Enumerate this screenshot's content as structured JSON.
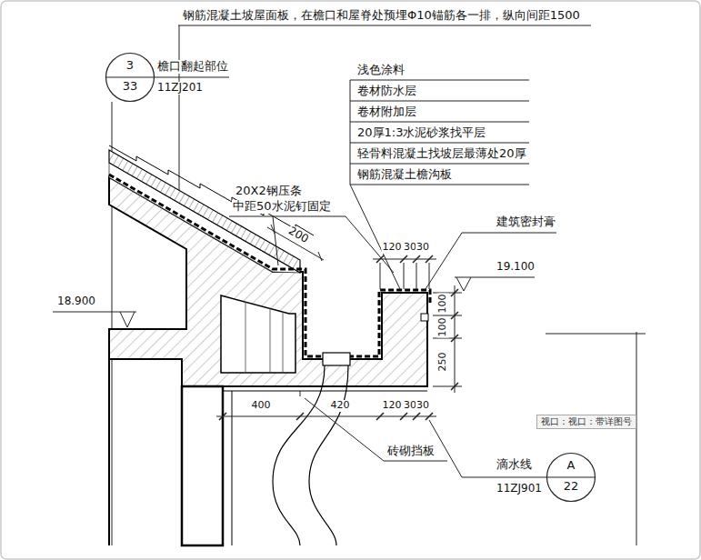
{
  "diagram": {
    "nodes": [
      {
        "text": [
          "3",
          "33"
        ]
      },
      {
        "text": [
          "A",
          "22"
        ]
      },
      {
        "text": [
          "视口：视口：带详图号"
        ]
      }
    ],
    "labels": [
      "钢筋混凝土坡屋面板，在檐口和屋脊处预埋Φ10锚筋各一排，纵向间距1500",
      "檐口翻起部位",
      "11ZJ201",
      "浅色涂料",
      "卷材防水层",
      "卷材附加层",
      "20厚1:3水泥砂浆找平层",
      "轻骨料混凝土找坡层最薄处20厚",
      "钢筋混凝土檐沟板",
      "20X2钢压条",
      "中距50水泥钉固定",
      "200",
      "建筑密封膏",
      "120",
      "30",
      "30",
      "19.100",
      "100",
      "100",
      "250",
      "18.900",
      "400",
      "420",
      "120",
      "30",
      "30",
      "砖砌挡板",
      "滴水线",
      "11ZJ901"
    ]
  }
}
